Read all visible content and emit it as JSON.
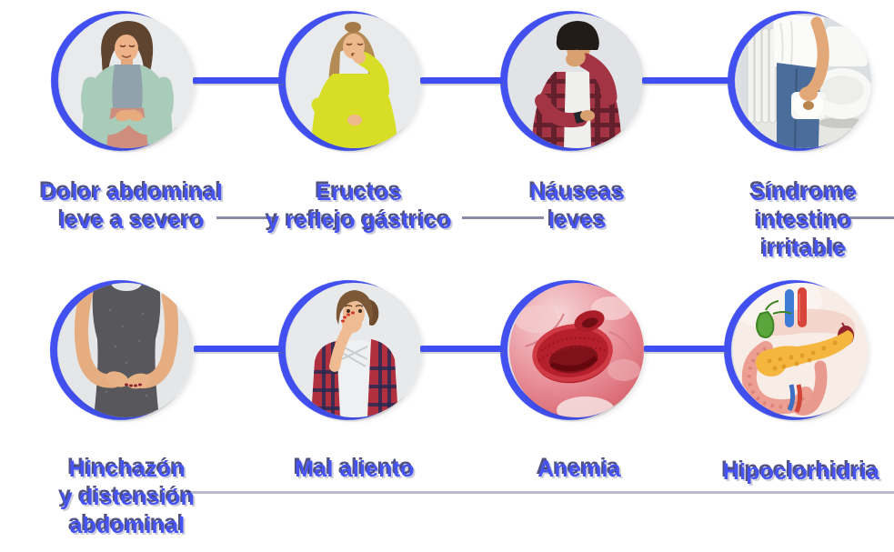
{
  "canvas": {
    "background": "#ffffff",
    "accent_blue": "#4150ef",
    "label_blue": "#4553f2",
    "shadow_navy": "#171a5a"
  },
  "symptoms": {
    "row1": [
      {
        "lines": [
          "Dolor abdominal",
          "leve a severo"
        ],
        "image": "woman-abdominal-pain-photo"
      },
      {
        "lines": [
          "Eructos",
          "y reflejo gástrico"
        ],
        "image": "woman-burping-photo"
      },
      {
        "lines": [
          "Náuseas",
          "leves"
        ],
        "image": "man-nausea-photo"
      },
      {
        "lines": [
          "Síndrome",
          "intestino",
          "irritable"
        ],
        "image": "person-with-toilet-paper-photo"
      }
    ],
    "row2": [
      {
        "lines": [
          "Hinchazón",
          "y distensión",
          "abdominal"
        ],
        "image": "woman-bloated-belly-photo"
      },
      {
        "lines": [
          "Mal aliento"
        ],
        "image": "woman-covering-mouth-photo"
      },
      {
        "lines": [
          "Anemia"
        ],
        "image": "red-blood-cells-3d-illustration"
      },
      {
        "lines": [
          "Hipoclorhidria"
        ],
        "image": "pancreas-digestive-anatomy-illustration"
      }
    ]
  }
}
